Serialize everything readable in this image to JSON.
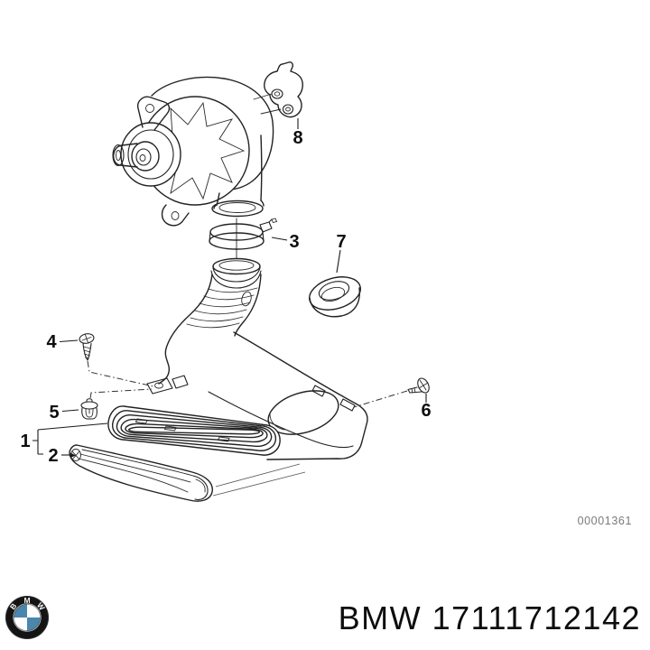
{
  "diagram": {
    "drawing_number": "00001361",
    "callouts": [
      {
        "label": "1",
        "part": "air-duct-assembly"
      },
      {
        "label": "2",
        "part": "intake-scoop"
      },
      {
        "label": "3",
        "part": "hose-clamp"
      },
      {
        "label": "4",
        "part": "self-tapping-screw"
      },
      {
        "label": "5",
        "part": "expanding-clip"
      },
      {
        "label": "6",
        "part": "screw"
      },
      {
        "label": "7",
        "part": "oval-grommet"
      },
      {
        "label": "8",
        "part": "mounting-bracket"
      }
    ],
    "line_color": "#222222",
    "drawing_number_color": "#7a7a7a"
  },
  "footer": {
    "brand": "BMW",
    "part_number": "17111712142",
    "logo_letters": [
      "B",
      "M",
      "W"
    ],
    "logo_colors": {
      "ring": "#141414",
      "quadrant_blue": "#4b86ac",
      "quadrant_white": "#ffffff"
    }
  }
}
